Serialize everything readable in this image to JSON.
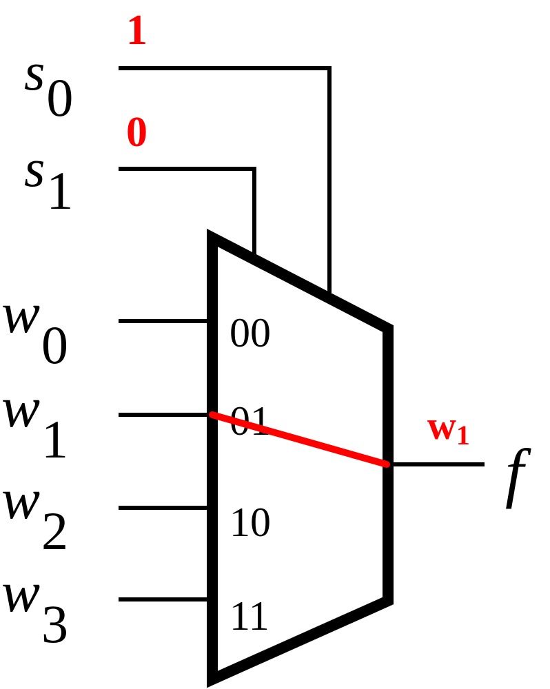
{
  "select_signals": [
    {
      "name": "s",
      "sub": "0",
      "value": "1"
    },
    {
      "name": "s",
      "sub": "1",
      "value": "0"
    }
  ],
  "data_inputs": [
    {
      "name": "w",
      "sub": "0",
      "code": "00"
    },
    {
      "name": "w",
      "sub": "1",
      "code": "01"
    },
    {
      "name": "w",
      "sub": "2",
      "code": "10"
    },
    {
      "name": "w",
      "sub": "3",
      "code": "11"
    }
  ],
  "output": {
    "name": "f",
    "routed": "w",
    "routed_sub": "1"
  },
  "colors": {
    "highlight": "#ff0000",
    "lines": "#000000",
    "background": "#ffffff"
  }
}
